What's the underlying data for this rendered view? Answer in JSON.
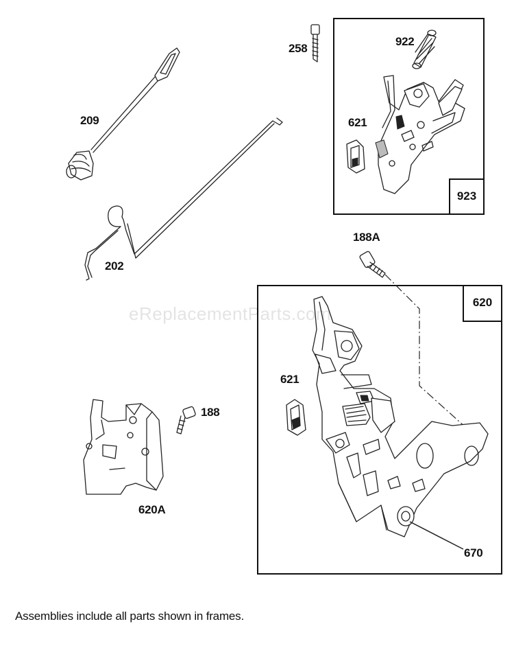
{
  "watermark": "eReplacementParts.com",
  "footnote": "Assemblies include all parts shown in frames.",
  "part_labels": {
    "p258": "258",
    "p922": "922",
    "p621_top": "621",
    "p923": "923",
    "p209": "209",
    "p202": "202",
    "p188A": "188A",
    "p620": "620",
    "p621_bottom": "621",
    "p188": "188",
    "p620A": "620A",
    "p670": "670"
  },
  "icons": [
    "spring-icon",
    "bolt-icon",
    "clip-icon",
    "bracket-icon",
    "link-rod-icon",
    "control-plate-icon"
  ]
}
